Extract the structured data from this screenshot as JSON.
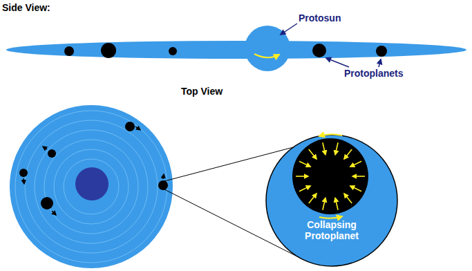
{
  "diagram": {
    "nodes": [
      {
        "text": [
          "Collapsing Protoplanet"
        ]
      }
    ],
    "labels": [
      "Side View:",
      "Protosun",
      "Protoplanets",
      "Top View"
    ]
  }
}
